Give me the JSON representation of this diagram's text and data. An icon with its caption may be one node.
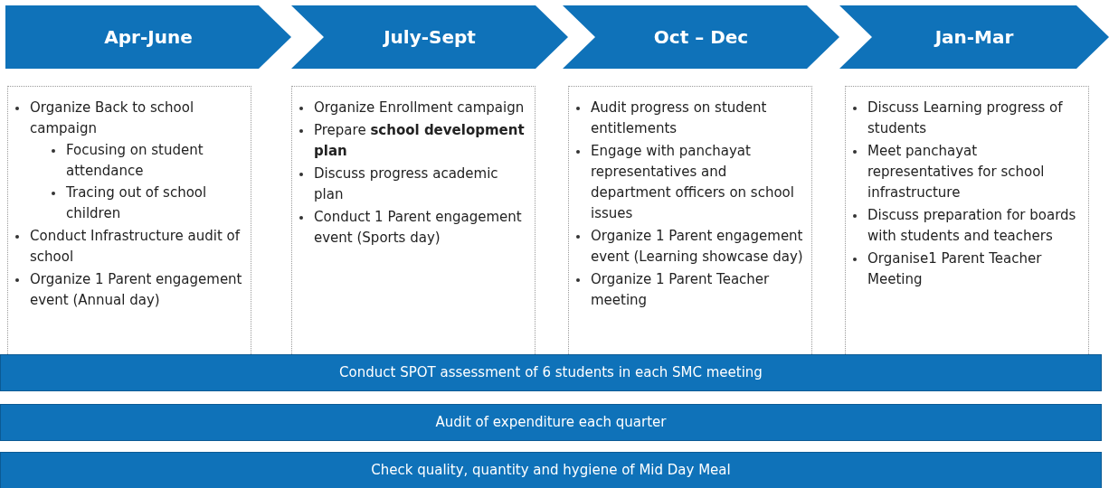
{
  "diagram": {
    "nodes": [
      {
        "text": [
          "Apr-June"
        ]
      },
      {
        "text": [
          "July-Sept"
        ]
      },
      {
        "text": [
          "Oct – Dec"
        ]
      },
      {
        "text": [
          "Jan-Mar"
        ]
      },
      {
        "text": [
          "Organize Back to school campaign",
          "Focusing on student attendance",
          "Tracing out of school children",
          "Conduct Infrastructure audit of school",
          "Organize 1 Parent engagement event (Annual day)"
        ]
      },
      {
        "text": [
          "Organize Enrollment campaign",
          "Prepare **school development plan**",
          "Discuss progress academic plan",
          "Conduct 1 Parent engagement event (Sports day)"
        ]
      },
      {
        "text": [
          "Audit progress on student entitlements",
          "Engage with panchayat representatives and department officers on school issues",
          "Organize 1 Parent engagement event (Learning showcase day)",
          "Organize 1 Parent Teacher meeting"
        ]
      },
      {
        "text": [
          "Discuss Learning progress of students",
          "Meet panchayat representatives for school infrastructure",
          "Discuss preparation for boards with students and teachers",
          "Organise1 Parent Teacher Meeting"
        ]
      },
      {
        "text": [
          "Conduct SPOT assessment of 6 students in each SMC meeting"
        ]
      },
      {
        "text": [
          "Audit of expenditure each quarter"
        ]
      },
      {
        "text": [
          "Check quality, quantity and hygiene of Mid Day Meal"
        ]
      }
    ],
    "edges": []
  }
}
